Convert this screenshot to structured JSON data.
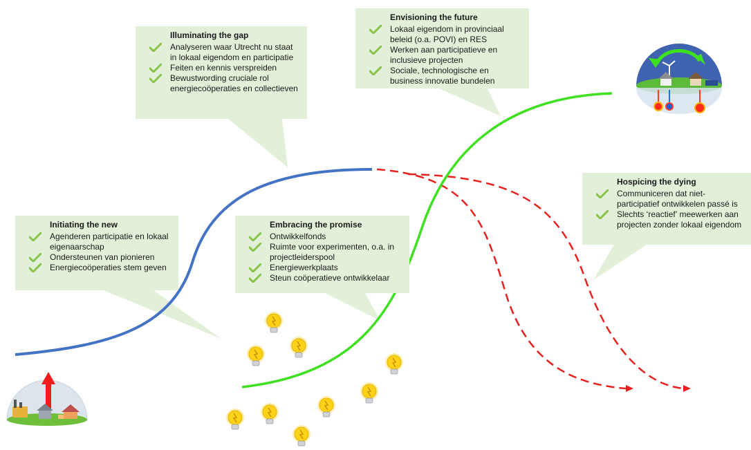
{
  "callouts": {
    "illuminating": {
      "title": "Illuminating the gap",
      "items": [
        "Analyseren waar Utrecht nu staat in lokaal eigendom en participatie",
        "Feiten en kennis verspreiden",
        "Bewustwording cruciale rol energiecoöperaties en collectieven"
      ]
    },
    "envisioning": {
      "title": "Envisioning the future",
      "items": [
        "Lokaal eigendom in provinciaal beleid (o.a. POVI) en RES",
        "Werken aan participatieve en inclusieve projecten",
        "Sociale, technologische en business innovatie bundelen"
      ]
    },
    "initiating": {
      "title": "Initiating the new",
      "items": [
        "Agenderen participatie en lokaal eigenaarschap",
        "Ondersteunen van pionieren",
        "Energiecoöperaties stem geven"
      ]
    },
    "embracing": {
      "title": "Embracing the promise",
      "items": [
        "Ontwikkelfonds",
        "Ruimte voor experimenten, o.a. in projectleiderspool",
        "Energiewerkplaats",
        "Steun coöperatieve ontwikkelaar"
      ]
    },
    "hospicing": {
      "title": "Hospicing the dying",
      "items": [
        "Communiceren dat niet-participatief ontwikkelen passé is",
        "Slechts ‘reactief’ meewerken aan projecten zonder lokaal eigendom"
      ]
    }
  },
  "colors": {
    "callout_bg": "#e2efd9",
    "check": "#8bc34a",
    "blue_curve": "#4472c4",
    "green_curve": "#3ee020",
    "red_dashed": "#e8201e",
    "bulb": "#ffd21a"
  },
  "icons": {
    "bullet": "check-icon",
    "bulbs": "lightbulb-icon",
    "start": "old-energy-dome-icon",
    "end": "sustainable-community-dome-icon"
  }
}
